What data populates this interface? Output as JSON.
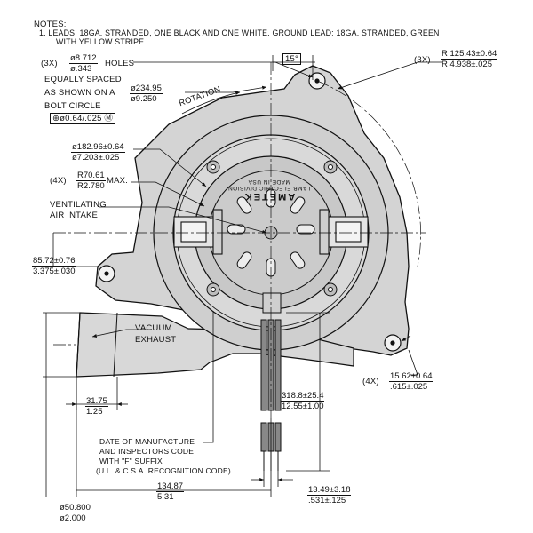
{
  "notes": {
    "title": "NOTES:",
    "line1": "1. LEADS: 18GA. STRANDED, ONE BLACK AND ONE WHITE. GROUND LEAD: 18GA. STRANDED, GREEN",
    "line2": "WITH YELLOW STRIPE."
  },
  "holes": {
    "qty": "(3X)",
    "top": "ø8.712",
    "bottom": "ø.343",
    "word": "HOLES",
    "line1": "EQUALLY SPACED",
    "line2": "AS SHOWN ON A",
    "line3": "BOLT CIRCLE",
    "circle_top": "ø234.95",
    "circle_bottom": "ø9.250",
    "tolerance": "ø0.64/.025"
  },
  "angle": {
    "label": "15°"
  },
  "radius3x": {
    "qty": "(3X)",
    "line1": "R 125.43±0.64",
    "line2": "R 4.938±.025"
  },
  "rotation": {
    "label": "ROTATION"
  },
  "dia182": {
    "top": "ø182.96±0.64",
    "bottom": "ø7.203±.025"
  },
  "r70": {
    "qty": "(4X)",
    "top": "R70.61",
    "bottom": "R2.780",
    "suffix": "MAX."
  },
  "vent": {
    "line1": "VENTILATING",
    "line2": "AIR INTAKE"
  },
  "dim85": {
    "top": "85.72±0.76",
    "bottom": "3.375±.030"
  },
  "vacuum": {
    "line1": "VACUUM",
    "line2": "EXHAUST"
  },
  "dim31": {
    "top": "31.75",
    "bottom": "1.25"
  },
  "label_plate": {
    "brand": "AMETEK",
    "line1": "LAMB ELECTRIC DIVISION",
    "line2": "MADE IN USA"
  },
  "dim15": {
    "qty": "(4X)",
    "top": "15.62±0.64",
    "bottom": ".615±.025"
  },
  "dim318": {
    "top": "318.8±25.4",
    "bottom": "12.55±1.00"
  },
  "date_code": {
    "line1": "DATE OF MANUFACTURE",
    "line2": "AND INSPECTORS CODE",
    "line3": "WITH \"F\" SUFFIX",
    "line4": "(U.L. & C.S.A. RECOGNITION CODE)"
  },
  "dim134": {
    "top": "134.87",
    "bottom": "5.31"
  },
  "dim13": {
    "top": "13.49±3.18",
    "bottom": ".531±.125"
  },
  "dim50": {
    "top": "ø50.800",
    "bottom": "ø2.000"
  }
}
